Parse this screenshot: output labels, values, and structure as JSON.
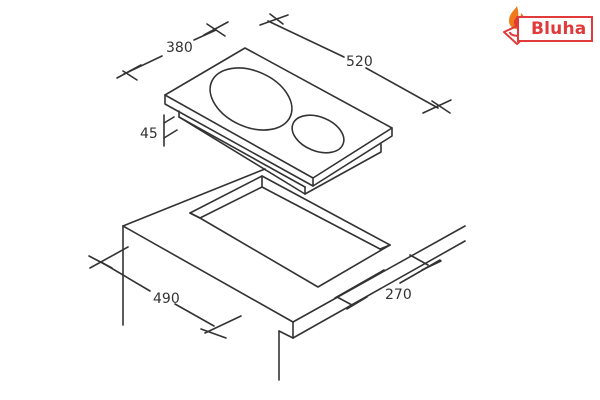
{
  "brand": {
    "name": "Bluha",
    "color": "#e03a3a",
    "flame_color": "#f07a1a",
    "icon": "flame-pot-icon"
  },
  "drawing": {
    "subject": "built-in two-zone cooktop installation dimensions",
    "line_color": "#333333",
    "units": "mm",
    "dimensions": {
      "hob_depth": "380",
      "hob_width": "520",
      "hob_height": "45",
      "cutout_width": "490",
      "cutout_depth_margin": "270"
    },
    "cooking_zones": [
      {
        "name": "large-zone"
      },
      {
        "name": "small-zone"
      }
    ]
  }
}
